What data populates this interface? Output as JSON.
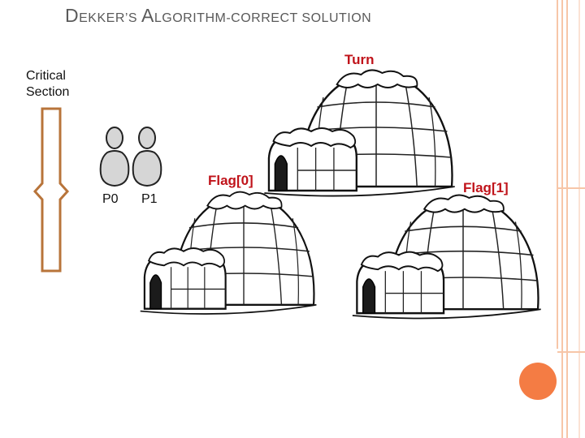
{
  "slide": {
    "title_cap1": "D",
    "title_rest1": "EKKER’S ",
    "title_cap2": "A",
    "title_rest2": "LGORITHM-CORRECT SOLUTION"
  },
  "labels": {
    "critical_section_line1": "Critical",
    "critical_section_line2": "Section",
    "turn": "Turn",
    "flag0": "Flag[0]",
    "flag1": "Flag[1]",
    "p0": "P0",
    "p1": "P1"
  },
  "colors": {
    "title_text": "#5a5a5a",
    "accent_red": "#c0131a",
    "arrow_brown": "#b8743a",
    "deco_orange": "#f47c44",
    "deco_peach": "#f7c6a8"
  }
}
